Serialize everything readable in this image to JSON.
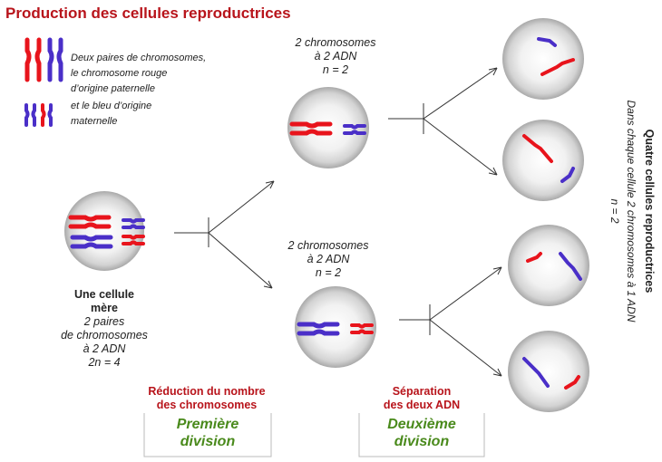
{
  "title": "Production des cellules reproductrices",
  "legend": {
    "line1": "Deux paires de chromosomes,",
    "line2": "le chromosome rouge",
    "line3": "d’origine paternelle",
    "line4": "et le bleu d’origine",
    "line5": "maternelle"
  },
  "mother_cell": {
    "title1": "Une cellule",
    "title2": "mère",
    "line1": "2 paires",
    "line2": "de chromosomes",
    "line3": "à 2 ADN",
    "line4": "2n = 4"
  },
  "top_cell": {
    "line1": "2 chromosomes",
    "line2": "à 2 ADN",
    "line3": "n = 2"
  },
  "bottom_cell": {
    "line1": "2 chromosomes",
    "line2": "à 2 ADN",
    "line3": "n = 2"
  },
  "division1": {
    "caption1": "Réduction du nombre",
    "caption2": "des chromosomes",
    "name1": "Première",
    "name2": "division"
  },
  "division2": {
    "caption1": "Séparation",
    "caption2": "des deux ADN",
    "name1": "Deuxième",
    "name2": "division"
  },
  "result": {
    "title": "Quatre cellules reproductrices",
    "line1": "Dans chaque cellule 2 chromosomes à 1 ADN",
    "line2": "n = 2"
  },
  "colors": {
    "paternal": "#e8141c",
    "maternal": "#4a2fc8",
    "title": "#b8141b",
    "division": "#4a8a1c"
  }
}
